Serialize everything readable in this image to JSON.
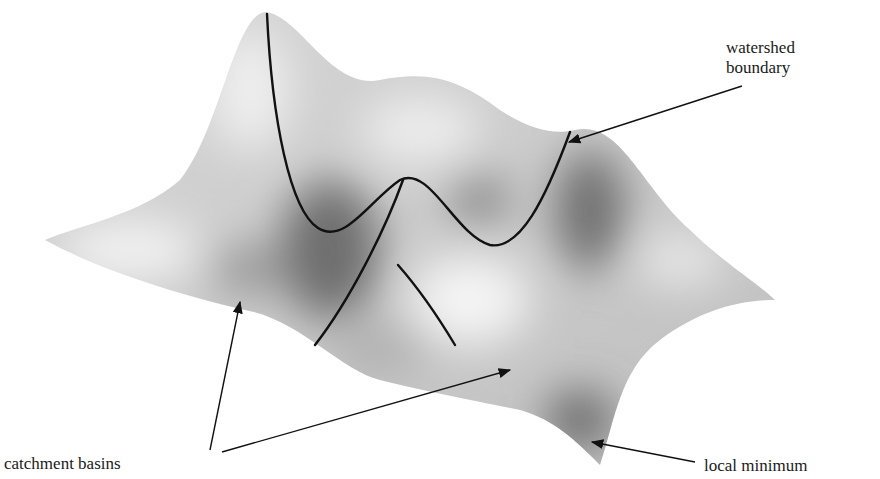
{
  "diagram": {
    "labels": [
      "watershed boundary",
      "catchment basins",
      "local minimum"
    ]
  }
}
